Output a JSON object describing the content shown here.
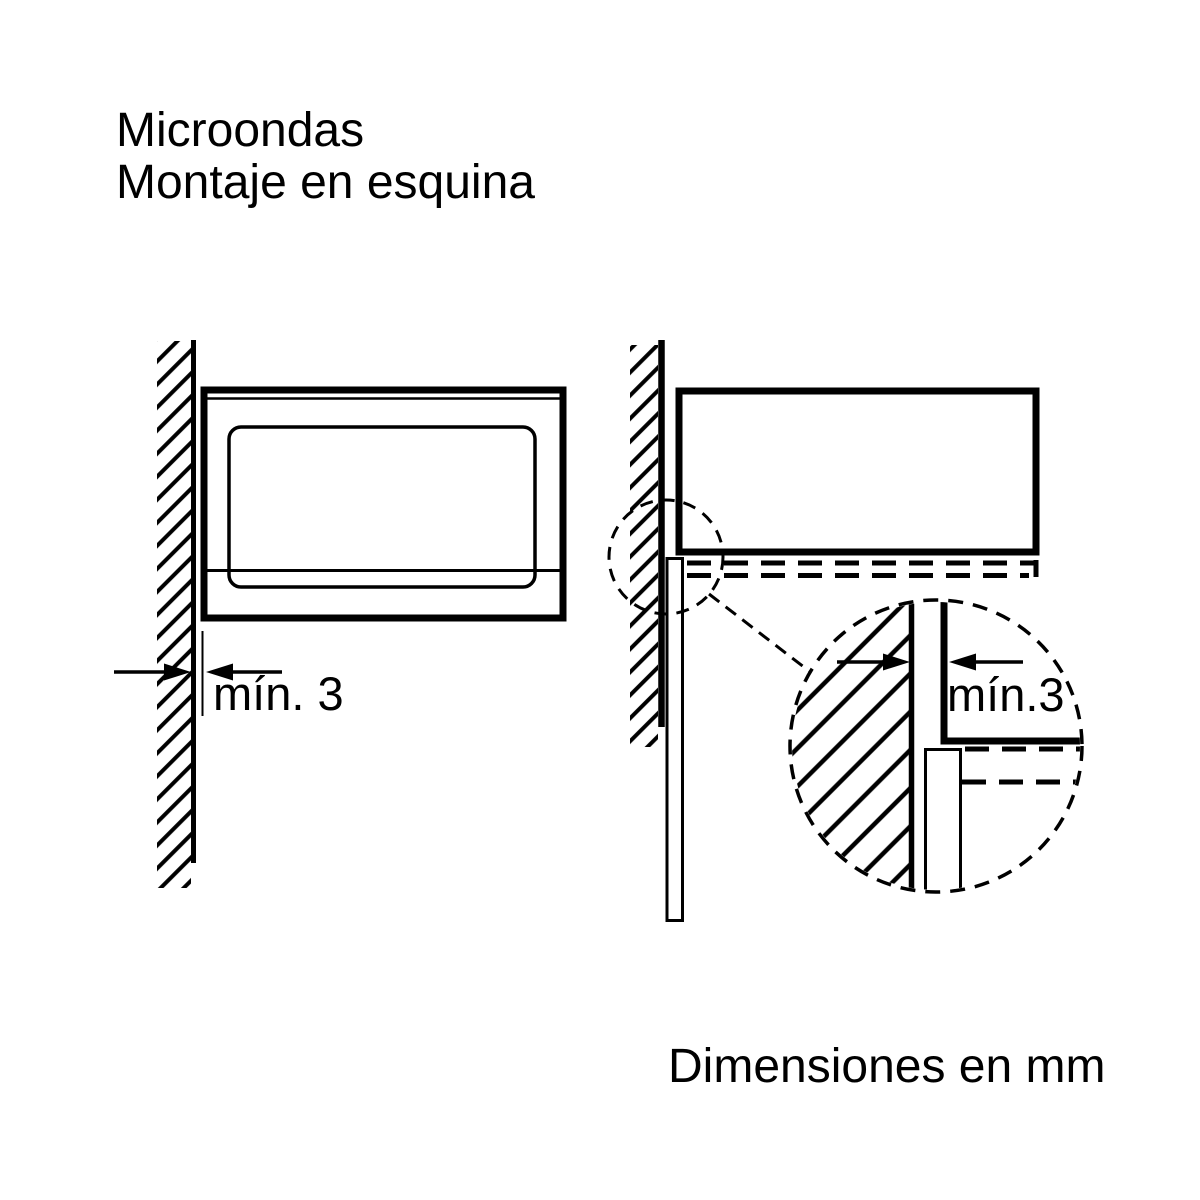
{
  "header": {
    "title_line1": "Microondas",
    "title_line2": "Montaje en esquina"
  },
  "front_view": {
    "name": "microwave front view against wall",
    "clearance_label": "mín. 3"
  },
  "detail_view": {
    "name": "corner clearance detail (top view)",
    "clearance_label": "mín.3"
  },
  "footer": {
    "units_note": "Dimensiones en mm"
  },
  "colors": {
    "line": "#000000",
    "background": "#ffffff"
  }
}
